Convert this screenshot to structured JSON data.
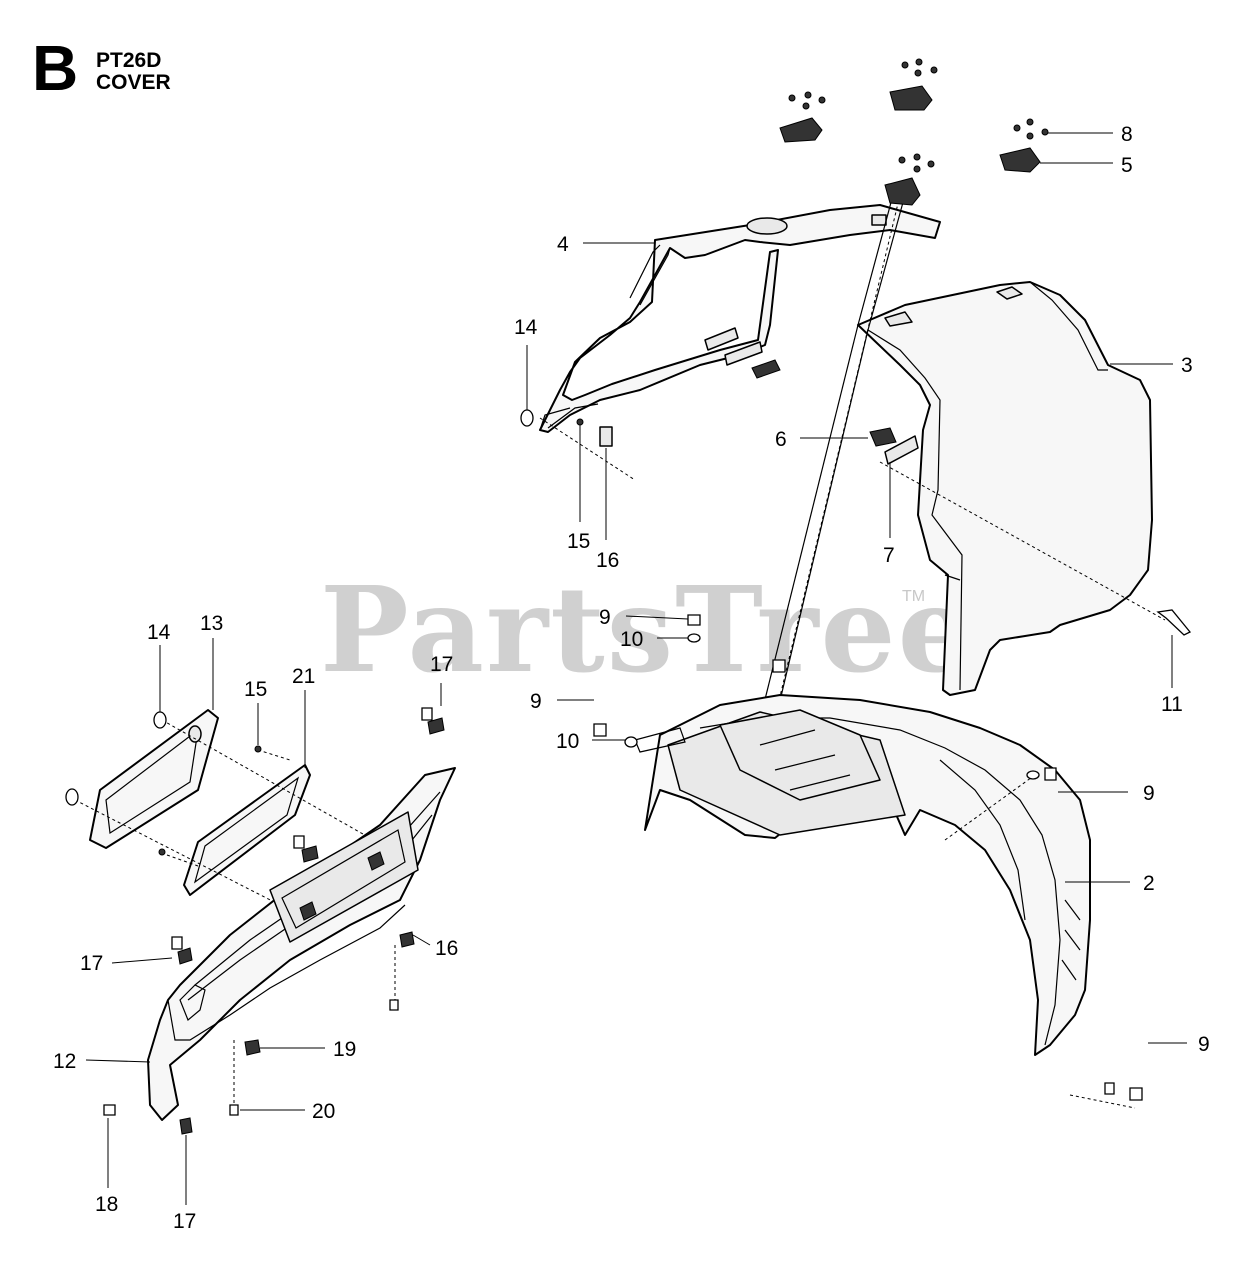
{
  "header": {
    "section_letter": "B",
    "model": "PT26D",
    "title": "COVER"
  },
  "watermark": {
    "text": "PartsTree",
    "mark": "TM"
  },
  "callouts": {
    "c2": "2",
    "c3": "3",
    "c4": "4",
    "c5": "5",
    "c6": "6",
    "c7": "7",
    "c8": "8",
    "c9a": "9",
    "c9b": "9",
    "c9c": "9",
    "c9d": "9",
    "c10a": "10",
    "c10b": "10",
    "c11": "11",
    "c12": "12",
    "c13": "13",
    "c14a": "14",
    "c14b": "14",
    "c15a": "15",
    "c15b": "15",
    "c16a": "16",
    "c16b": "16",
    "c17a": "17",
    "c17b": "17",
    "c17c": "17",
    "c18": "18",
    "c19": "19",
    "c20": "20",
    "c21": "21"
  }
}
